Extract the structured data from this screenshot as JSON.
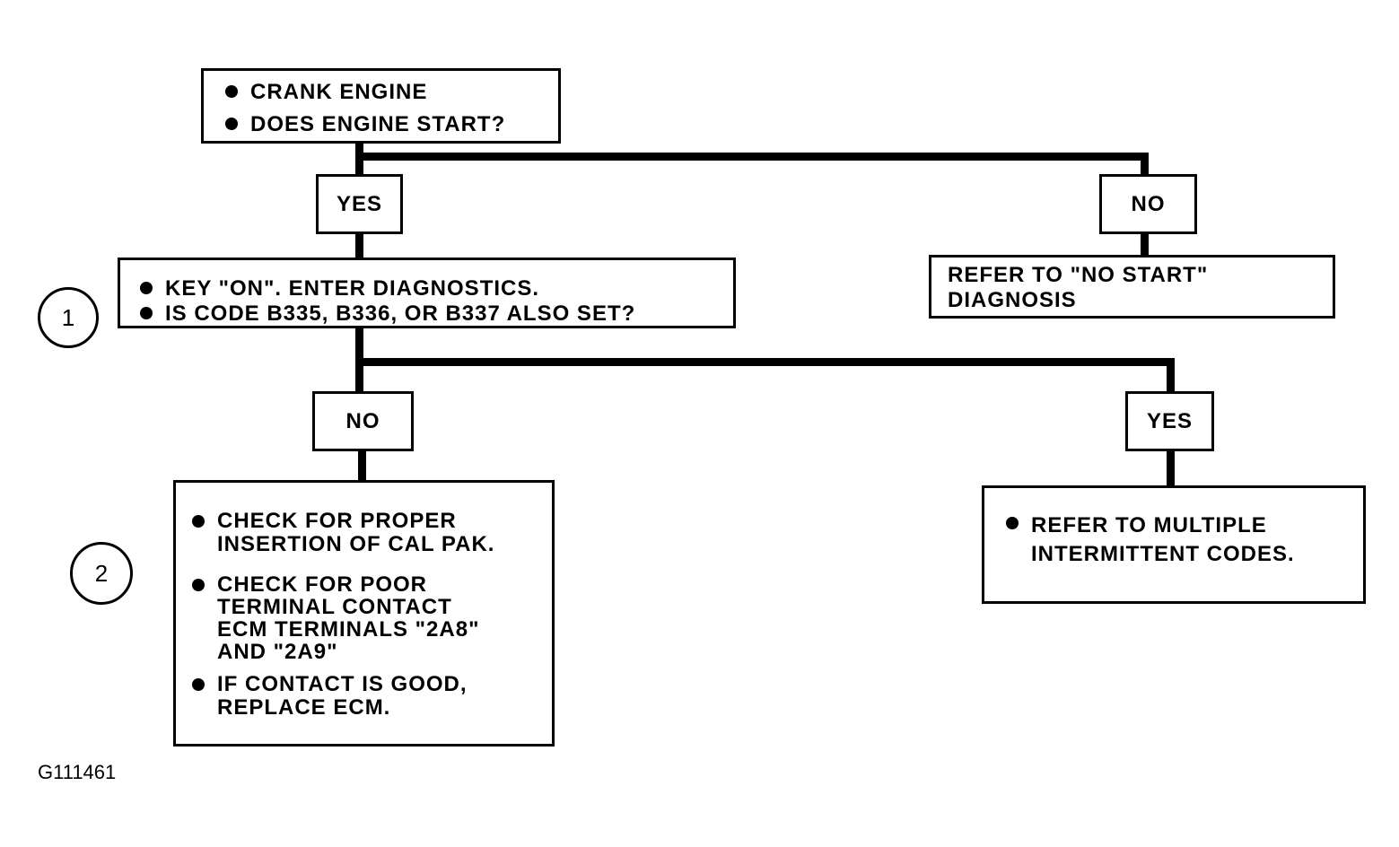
{
  "diagram": {
    "start_box": {
      "items": [
        "CRANK ENGINE",
        "DOES ENGINE START?"
      ]
    },
    "yes_1": "YES",
    "no_1": "NO",
    "no_start_box": "REFER TO \"NO START\"\nDIAGNOSIS",
    "step1_marker": "1",
    "diag_box": {
      "items": [
        "KEY \"ON\". ENTER DIAGNOSTICS.",
        "IS CODE B335, B336, OR B337 ALSO SET?"
      ]
    },
    "no_2": "NO",
    "yes_2": "YES",
    "step2_marker": "2",
    "check_box": {
      "items": [
        "CHECK FOR PROPER\nINSERTION OF CAL PAK.",
        "CHECK FOR POOR\nTERMINAL CONTACT\nECM TERMINALS \"2A8\"\nAND \"2A9\"",
        "IF CONTACT IS GOOD,\nREPLACE ECM."
      ]
    },
    "multi_box": {
      "items": [
        "REFER TO MULTIPLE\nINTERMITTENT CODES."
      ]
    }
  },
  "figure_id": "G111461"
}
